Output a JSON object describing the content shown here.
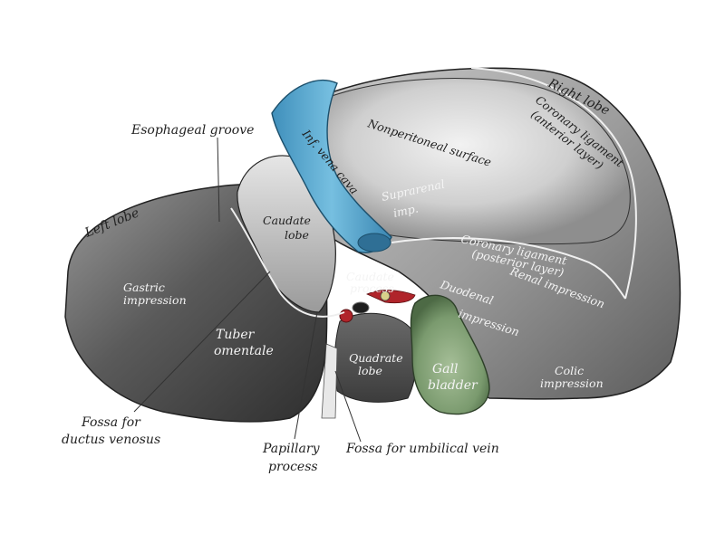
{
  "labels": {
    "esophageal_groove": "Esophageal groove",
    "left_lobe": "Left lobe",
    "right_lobe": "Right lobe",
    "coronary_ligament_anterior_1": "Coronary ligament",
    "coronary_ligament_anterior_2": "(anterior layer)",
    "inf_vena_cava": "Inf. vena cava",
    "nonperitoneal_surface": "Nonperitoneal surface",
    "suprarenal_imp_1": "Suprarenal",
    "suprarenal_imp_2": "imp.",
    "caudate_lobe_1": "Caudate",
    "caudate_lobe_2": "lobe",
    "coronary_ligament_posterior_1": "Coronary ligament",
    "coronary_ligament_posterior_2": "(posterior layer)",
    "caudate_process_1": "Caudate",
    "caudate_process_2": "process",
    "renal_impression": "Renal impression",
    "duodenal_impression_1": "Duodenal",
    "duodenal_impression_2": "impression",
    "gastric_impression_1": "Gastric",
    "gastric_impression_2": "impression",
    "tuber_omentale_1": "Tuber",
    "tuber_omentale_2": "omentale",
    "quadrate_lobe_1": "Quadrate",
    "quadrate_lobe_2": "lobe",
    "gall_bladder_1": "Gall",
    "gall_bladder_2": "bladder",
    "colic_impression_1": "Colic",
    "colic_impression_2": "impression",
    "fossa_ductus_venosus_1": "Fossa for",
    "fossa_ductus_venosus_2": "ductus venosus",
    "papillary_process_1": "Papillary",
    "papillary_process_2": "process",
    "fossa_umbilical_vein": "Fossa for umbilical vein"
  },
  "colors": {
    "liver_dark": "#4a4a4a",
    "liver_mid": "#8a8a8a",
    "liver_light": "#d4d4d4",
    "vena_cava": "#5aa9cf",
    "gall_bladder": "#7a9a6e",
    "vessel_red": "#b0242a"
  }
}
